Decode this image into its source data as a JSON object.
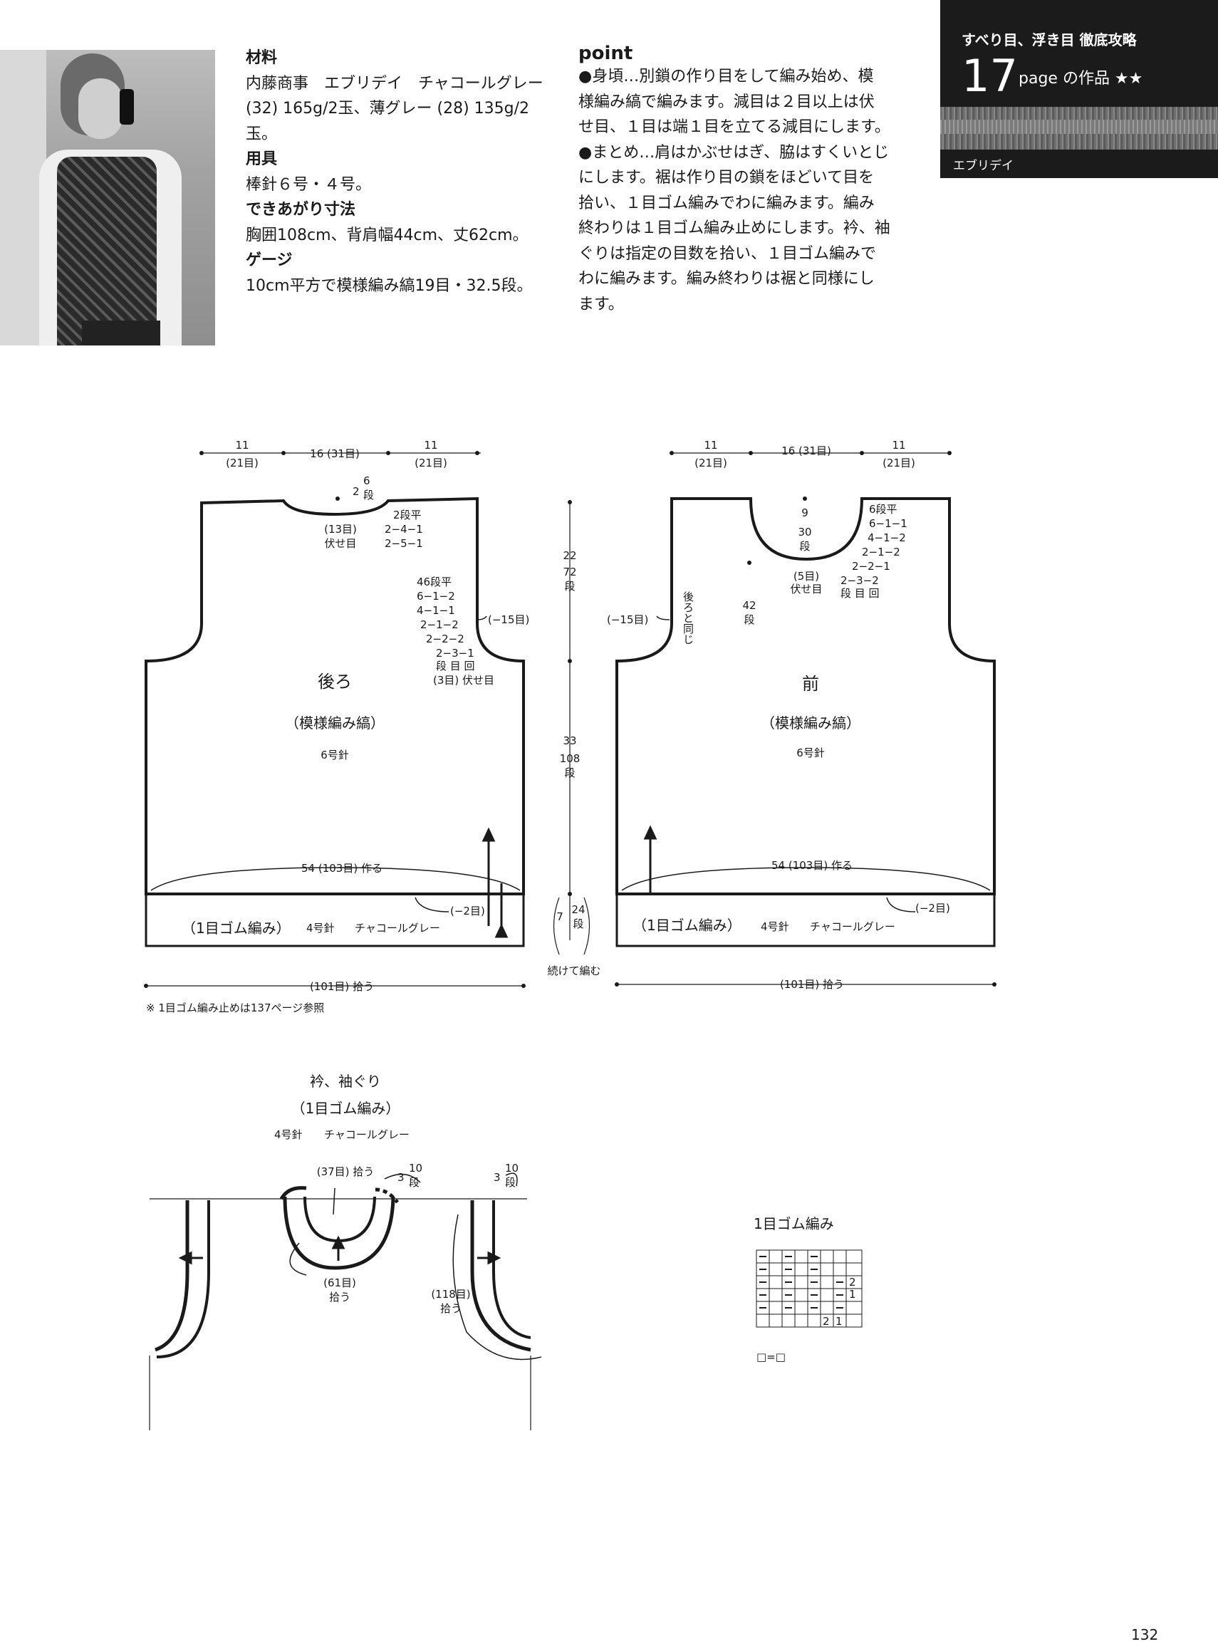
{
  "materials": {
    "heading": "材料",
    "lines": [
      "内藤商事　エブリデイ　チャコールグレー",
      "(32) 165g/2玉、薄グレー (28) 135g/2",
      "玉。"
    ]
  },
  "tools": {
    "heading": "用具",
    "text": "棒針６号・４号。"
  },
  "size": {
    "heading": "できあがり寸法",
    "text": "胸囲108cm、背肩幅44cm、丈62cm。"
  },
  "gauge": {
    "heading": "ゲージ",
    "text": "10cm平方で模様編み縞19目・32.5段。"
  },
  "point": {
    "title": "point",
    "lines": [
      "●身頃…別鎖の作り目をして編み始め、模",
      "様編み縞で編みます。減目は２目以上は伏",
      "せ目、１目は端１目を立てる減目にします。",
      "●まとめ…肩はかぶせはぎ、脇はすくいとじ",
      "にします。裾は作り目の鎖をほどいて目を",
      "拾い、１目ゴム編みでわに編みます。編み",
      "終わりは１目ゴム編み止めにします。衿、袖",
      "ぐりは指定の目数を拾い、１目ゴム編みで",
      "わに編みます。編み終わりは裾と同様にし",
      "ます。"
    ]
  },
  "badge": {
    "title": "すべり目、浮き目 徹底攻略",
    "number": "17",
    "page_label": "page の作品 ★★",
    "yarn_name": "エブリデイ"
  },
  "back": {
    "title": "後ろ",
    "pattern": "（模様編み縞）",
    "needle": "6号針",
    "top_left": "11",
    "top_left_sts": "(21目)",
    "top_mid": "16 (31目)",
    "top_right": "11",
    "top_right_sts": "(21目)",
    "neck_rows": "2",
    "neck_rows2": "6",
    "neck_rows3": "段",
    "neck_a": "(13目)",
    "neck_b": "伏せ目",
    "neck_dec1": "2段平",
    "neck_dec2": "2−4−1",
    "neck_dec3": "2−5−1",
    "arm_dec": [
      "46段平",
      "6−1−2",
      "4−1−1",
      "2−1−2",
      "2−2−2",
      "2−3−1",
      "段 目 回",
      "(3目) 伏せ目"
    ],
    "arm_sts": "(−15目)",
    "cast_on": "54 (103目) 作る",
    "rib_dec": "(−2目)",
    "rib": "（1目ゴム編み）",
    "rib_needle": "4号針",
    "rib_color": "チャコールグレー",
    "pickup": "(101目) 拾う",
    "note": "※ 1目ゴム編み止めは137ページ参照"
  },
  "middle": {
    "h1": "22",
    "h1b": "72",
    "h1c": "段",
    "h2": "33",
    "h2b": "108",
    "h2c": "段",
    "h3": "7",
    "h3b": "24",
    "h3c": "段",
    "cont": "続けて編む"
  },
  "front": {
    "title": "前",
    "pattern": "（模様編み縞）",
    "needle": "6号針",
    "top_left": "11",
    "top_left_sts": "(21目)",
    "top_mid": "16 (31目)",
    "top_right": "11",
    "top_right_sts": "(21目)",
    "neck_h": "9",
    "neck_h2": "30",
    "neck_h3": "段",
    "neck_a": "(5目)",
    "neck_b": "伏せ目",
    "neck_dec": [
      "6段平",
      "6−1−1",
      "4−1−2",
      "2−1−2",
      "2−2−1",
      "2−3−2",
      "段 目 回"
    ],
    "arm_h": "42",
    "arm_h2": "段",
    "same_as_back": "後ろと同じ",
    "arm_sts": "(−15目)",
    "cast_on": "54 (103目) 作る",
    "rib_dec": "(−2目)",
    "rib": "（1目ゴム編み）",
    "rib_needle": "4号針",
    "rib_color": "チャコールグレー",
    "pickup": "(101目) 拾う"
  },
  "collar": {
    "title": "衿、袖ぐり",
    "sub": "（1目ゴム編み）",
    "needle": "4号針",
    "color": "チャコールグレー",
    "pick1": "(37目) 拾う",
    "rows_a": "3",
    "rows_b": "10",
    "rows_c": "段",
    "pick2": "(61目)",
    "pick2b": "拾う",
    "pick3": "(118目)",
    "pick3b": "拾う"
  },
  "chart": {
    "title": "1目ゴム編み",
    "row_nums": [
      "2",
      "1"
    ],
    "col_nums": [
      "2",
      "1"
    ],
    "legend": "□=□"
  },
  "page_number": "132"
}
